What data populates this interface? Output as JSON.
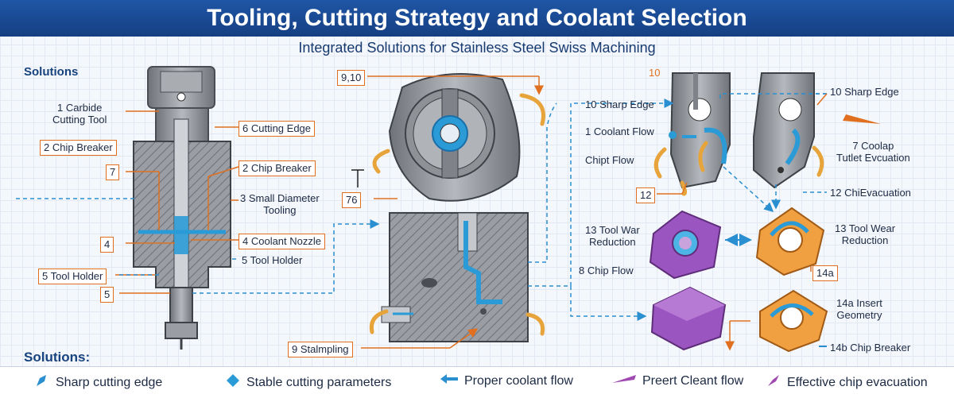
{
  "title": "Tooling, Cutting Strategy and Coolant Selection",
  "subtitle": "Integrated Solutions for Stainless Steel Swiss Machining",
  "section_label": "Solutions",
  "footer_heading": "Solutions:",
  "left_labels": {
    "carbide": "1 Carbide\nCutting Tool",
    "cutting_edge": "6 Cutting Edge",
    "chip_breaker_a": "2 Chip Breaker",
    "box_7": "7",
    "chip_breaker_b": "2 Chip Breaker",
    "small_dia": "3 Small Diameter\nTooling",
    "box_4": "4",
    "coolant_nozzle": "4 Coolant Nozzle",
    "tool_holder_r": "5 Tool Holder",
    "tool_holder_l": "5 Tool Holder",
    "box_5": "5"
  },
  "middle_labels": {
    "box_910": "9,10",
    "box_76": "76",
    "stamping": "9 Stalmpling"
  },
  "right_labels": {
    "num_10": "10",
    "sharp_edge_l": "10 Sharp Edge",
    "coolant_flow": "1 Coolant Flow",
    "chip_flow_top": "Chipt Flow",
    "box_12": "12",
    "sharp_edge_r": "10 Sharp Edge",
    "coolap": "7 Coolap\nTutlet Evcuation",
    "chi_evac": "12 ChiEvacuation",
    "wear_l": "13 Tool War\nReduction",
    "wear_r": "13 Tool Wear\nReduction",
    "chip_flow_8": "8 Chip Flow",
    "box_14a": "14a",
    "insert_geom": "14a Insert\nGeometry",
    "chip_breaker_14b": "14b Chip Breaker"
  },
  "legend": [
    {
      "label": "Sharp cutting edge",
      "icon": "pen-nib-icon",
      "color": "#2a8fd0"
    },
    {
      "label": "Stable cutting parameters",
      "icon": "diamond-icon",
      "color": "#2a9bd6"
    },
    {
      "label": "Proper coolant flow",
      "icon": "arrow-left-icon",
      "color": "#2a8fd0"
    },
    {
      "label": "Preert Cleant flow",
      "icon": "wedge-icon",
      "color": "#a04ab0"
    },
    {
      "label": "Effective chip evacuation",
      "icon": "feather-icon",
      "color": "#a04ab0"
    }
  ],
  "colors": {
    "banner": "#1f56a6",
    "coolant": "#2a9bd6",
    "leader": "#e0701f",
    "metal": "#8c8f94",
    "chip": "#e6a43a",
    "insert_purple": "#9b55c0",
    "insert_orange": "#f0a040"
  }
}
